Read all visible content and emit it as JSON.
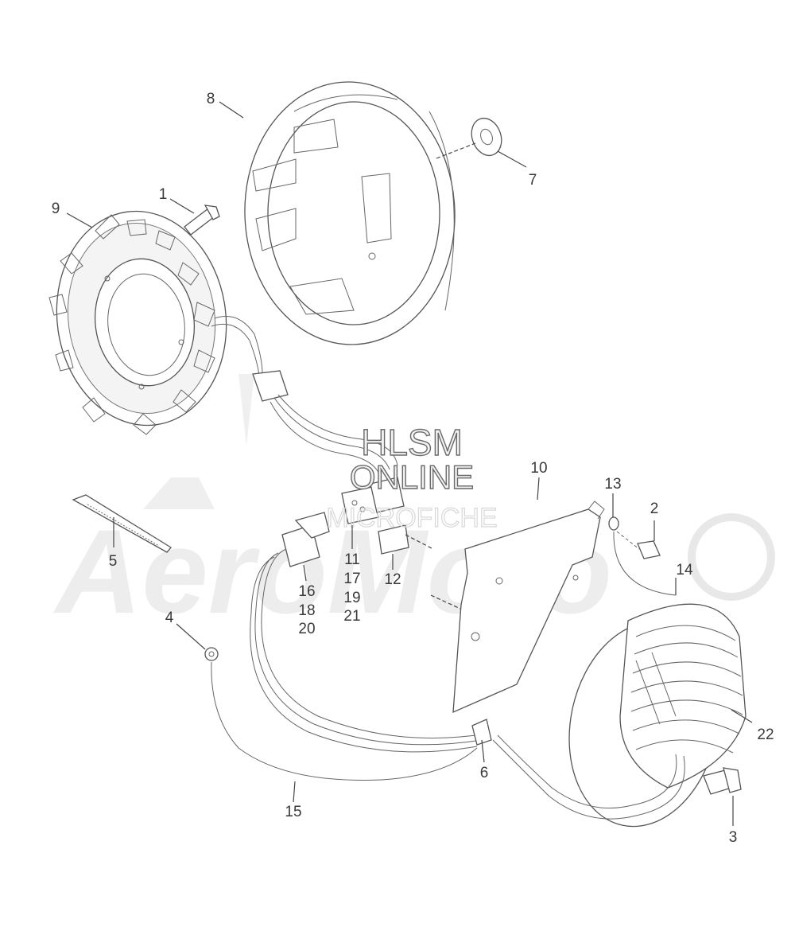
{
  "watermark": {
    "line1": "HLSM",
    "line2": "ONLINE",
    "line3": "MICROFICHE"
  },
  "brand_watermark": "AeroMoto",
  "callouts": {
    "c1": "1",
    "c2": "2",
    "c3": "3",
    "c4": "4",
    "c5": "5",
    "c6": "6",
    "c7": "7",
    "c8": "8",
    "c9": "9",
    "c10": "10",
    "c11": "11",
    "c12": "12",
    "c13": "13",
    "c14": "14",
    "c15": "15",
    "c16": "16",
    "c17": "17",
    "c18": "18",
    "c19": "19",
    "c20": "20",
    "c21": "21",
    "c22": "22"
  }
}
